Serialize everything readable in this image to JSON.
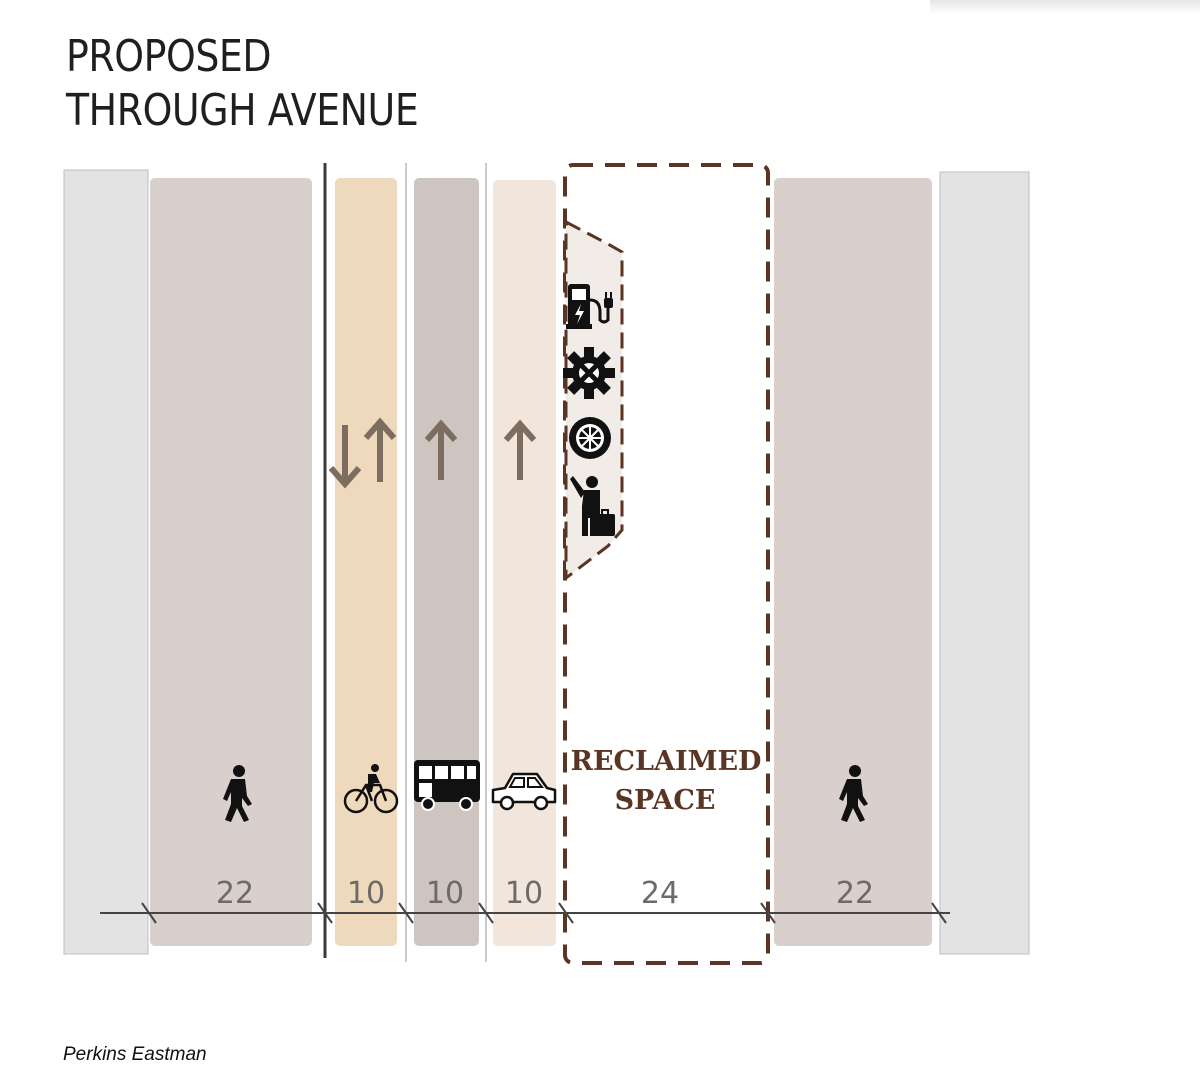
{
  "title": {
    "line1": "PROPOSED",
    "line2": "THROUGH AVENUE"
  },
  "reclaimed_label": {
    "line1": "RECLAIMED",
    "line2": "SPACE"
  },
  "dimensions": {
    "left_sidewalk": "22",
    "bike_lane": "10",
    "bus_lane": "10",
    "car_lane": "10",
    "reclaimed_space": "24",
    "right_sidewalk": "22"
  },
  "credit": "Perkins Eastman",
  "colors": {
    "building": "#e3e3e3",
    "sidewalk": "#d9cfcc",
    "bike_lane": "#efd9bd",
    "bus_lane": "#cec5c1",
    "car_lane": "#f1e5dc",
    "reclaimed_border": "#5a3524",
    "arrow": "#7d6c60"
  },
  "icons": [
    "pedestrian-icon",
    "bicycle-icon",
    "bus-icon",
    "car-icon",
    "ev-charging-icon",
    "repair-gear-icon",
    "tire-icon",
    "hailing-passenger-icon"
  ]
}
